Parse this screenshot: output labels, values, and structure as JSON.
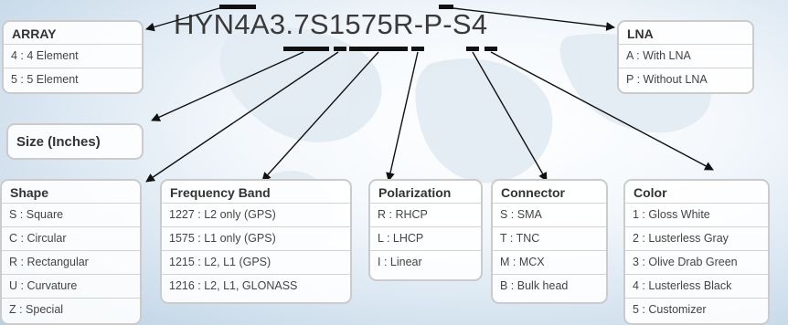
{
  "part_number": "HYN4A3.7S1575R-P-S4",
  "boxes": {
    "array": {
      "title": "ARRAY",
      "rows": [
        "4 : 4 Element",
        "5 : 5 Element"
      ]
    },
    "lna": {
      "title": "LNA",
      "rows": [
        "A : With LNA",
        "P : Without LNA"
      ]
    },
    "size": {
      "title": "Size (Inches)"
    },
    "shape": {
      "title": "Shape",
      "rows": [
        "S : Square",
        "C : Circular",
        "R : Rectangular",
        "U : Curvature",
        "Z : Special"
      ]
    },
    "frequency": {
      "title": "Frequency Band",
      "rows": [
        "1227 : L2 only (GPS)",
        "1575 : L1 only (GPS)",
        "1215 : L2, L1 (GPS)",
        "1216 : L2, L1, GLONASS"
      ]
    },
    "polarization": {
      "title": "Polarization",
      "rows": [
        "R : RHCP",
        "L : LHCP",
        "I : Linear"
      ]
    },
    "connector": {
      "title": "Connector",
      "rows": [
        "S : SMA",
        "T : TNC",
        "M : MCX",
        "B : Bulk head"
      ]
    },
    "color": {
      "title": "Color",
      "rows": [
        "1 : Gloss White",
        "2 : Lusterless Gray",
        "3 : Olive Drab Green",
        "4 : Lusterless Black",
        "5 : Customizer"
      ]
    }
  }
}
